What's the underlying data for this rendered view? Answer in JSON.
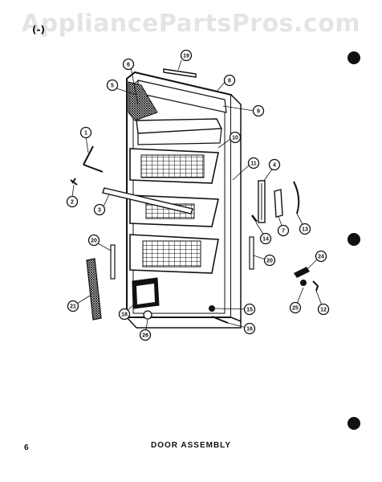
{
  "watermark": "AppliancePartsPros.com",
  "top_mark": "(-)",
  "page_number": "6",
  "title": "DOOR ASSEMBLY",
  "callouts": [
    {
      "label": "1"
    },
    {
      "label": "2"
    },
    {
      "label": "3"
    },
    {
      "label": "4"
    },
    {
      "label": "5"
    },
    {
      "label": "6"
    },
    {
      "label": "7"
    },
    {
      "label": "8"
    },
    {
      "label": "9"
    },
    {
      "label": "10"
    },
    {
      "label": "11"
    },
    {
      "label": "12"
    },
    {
      "label": "13"
    },
    {
      "label": "14"
    },
    {
      "label": "15"
    },
    {
      "label": "16"
    },
    {
      "label": "18"
    },
    {
      "label": "19"
    },
    {
      "label": "20"
    },
    {
      "label": "20"
    },
    {
      "label": "21"
    },
    {
      "label": "24"
    },
    {
      "label": "25"
    },
    {
      "label": "26"
    }
  ]
}
